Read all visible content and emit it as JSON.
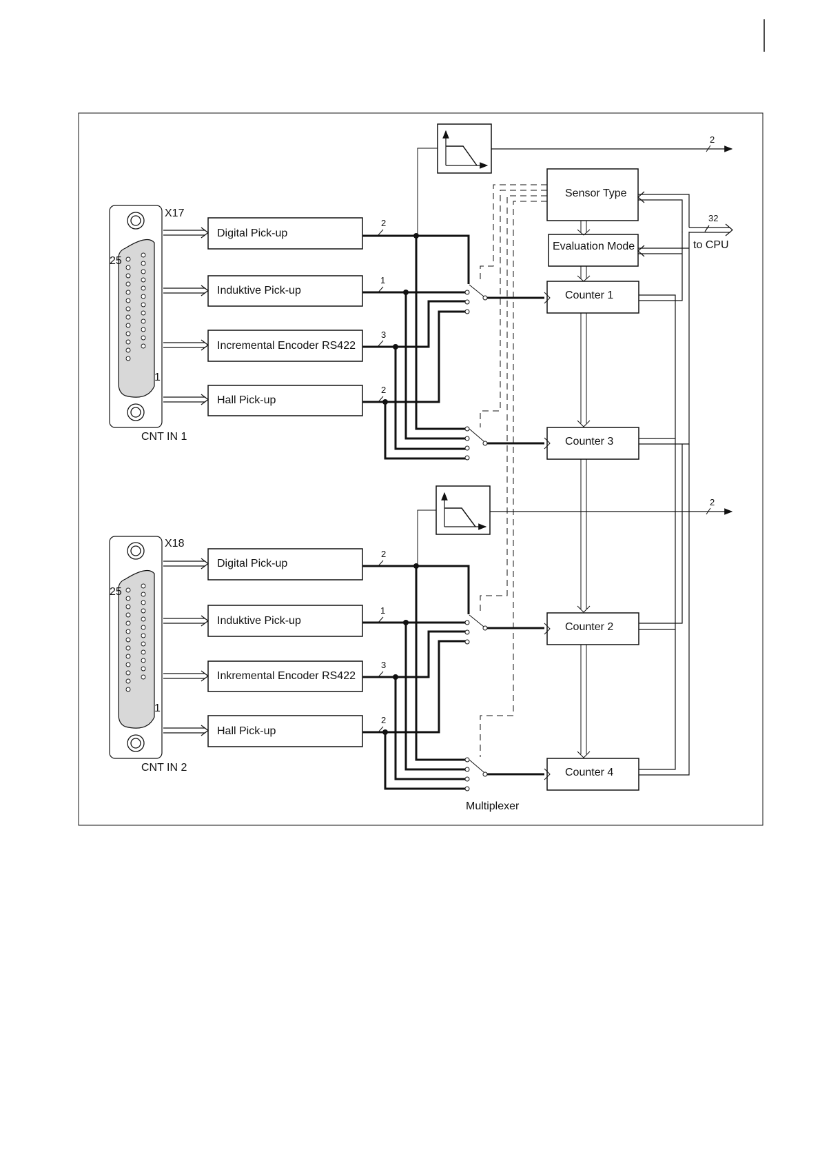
{
  "connectors": [
    {
      "id": "X17",
      "name": "CNT IN 1",
      "pin_top": "25",
      "pin_bottom": "1"
    },
    {
      "id": "X18",
      "name": "CNT IN 2",
      "pin_top": "25",
      "pin_bottom": "1"
    }
  ],
  "inputs_group1": [
    {
      "label": "Digital Pick-up",
      "width": "2"
    },
    {
      "label": "Induktive Pick-up",
      "width": "1"
    },
    {
      "label": "Incremental Encoder RS422",
      "width": "3"
    },
    {
      "label": "Hall Pick-up",
      "width": "2"
    }
  ],
  "inputs_group2": [
    {
      "label": "Digital Pick-up",
      "width": "2"
    },
    {
      "label": "Induktive Pick-up",
      "width": "1"
    },
    {
      "label": "Inkremental Encoder RS422",
      "width": "3"
    },
    {
      "label": "Hall Pick-up",
      "width": "2"
    }
  ],
  "control": {
    "sensor_type": "Sensor Type",
    "evaluation_mode": "Evaluation Mode"
  },
  "counters": [
    "Counter 1",
    "Counter 3",
    "Counter 2",
    "Counter 4"
  ],
  "bus": {
    "width": "32",
    "label": "to CPU"
  },
  "filter_outputs": [
    "2",
    "2"
  ],
  "multiplexer_label": "Multiplexer"
}
